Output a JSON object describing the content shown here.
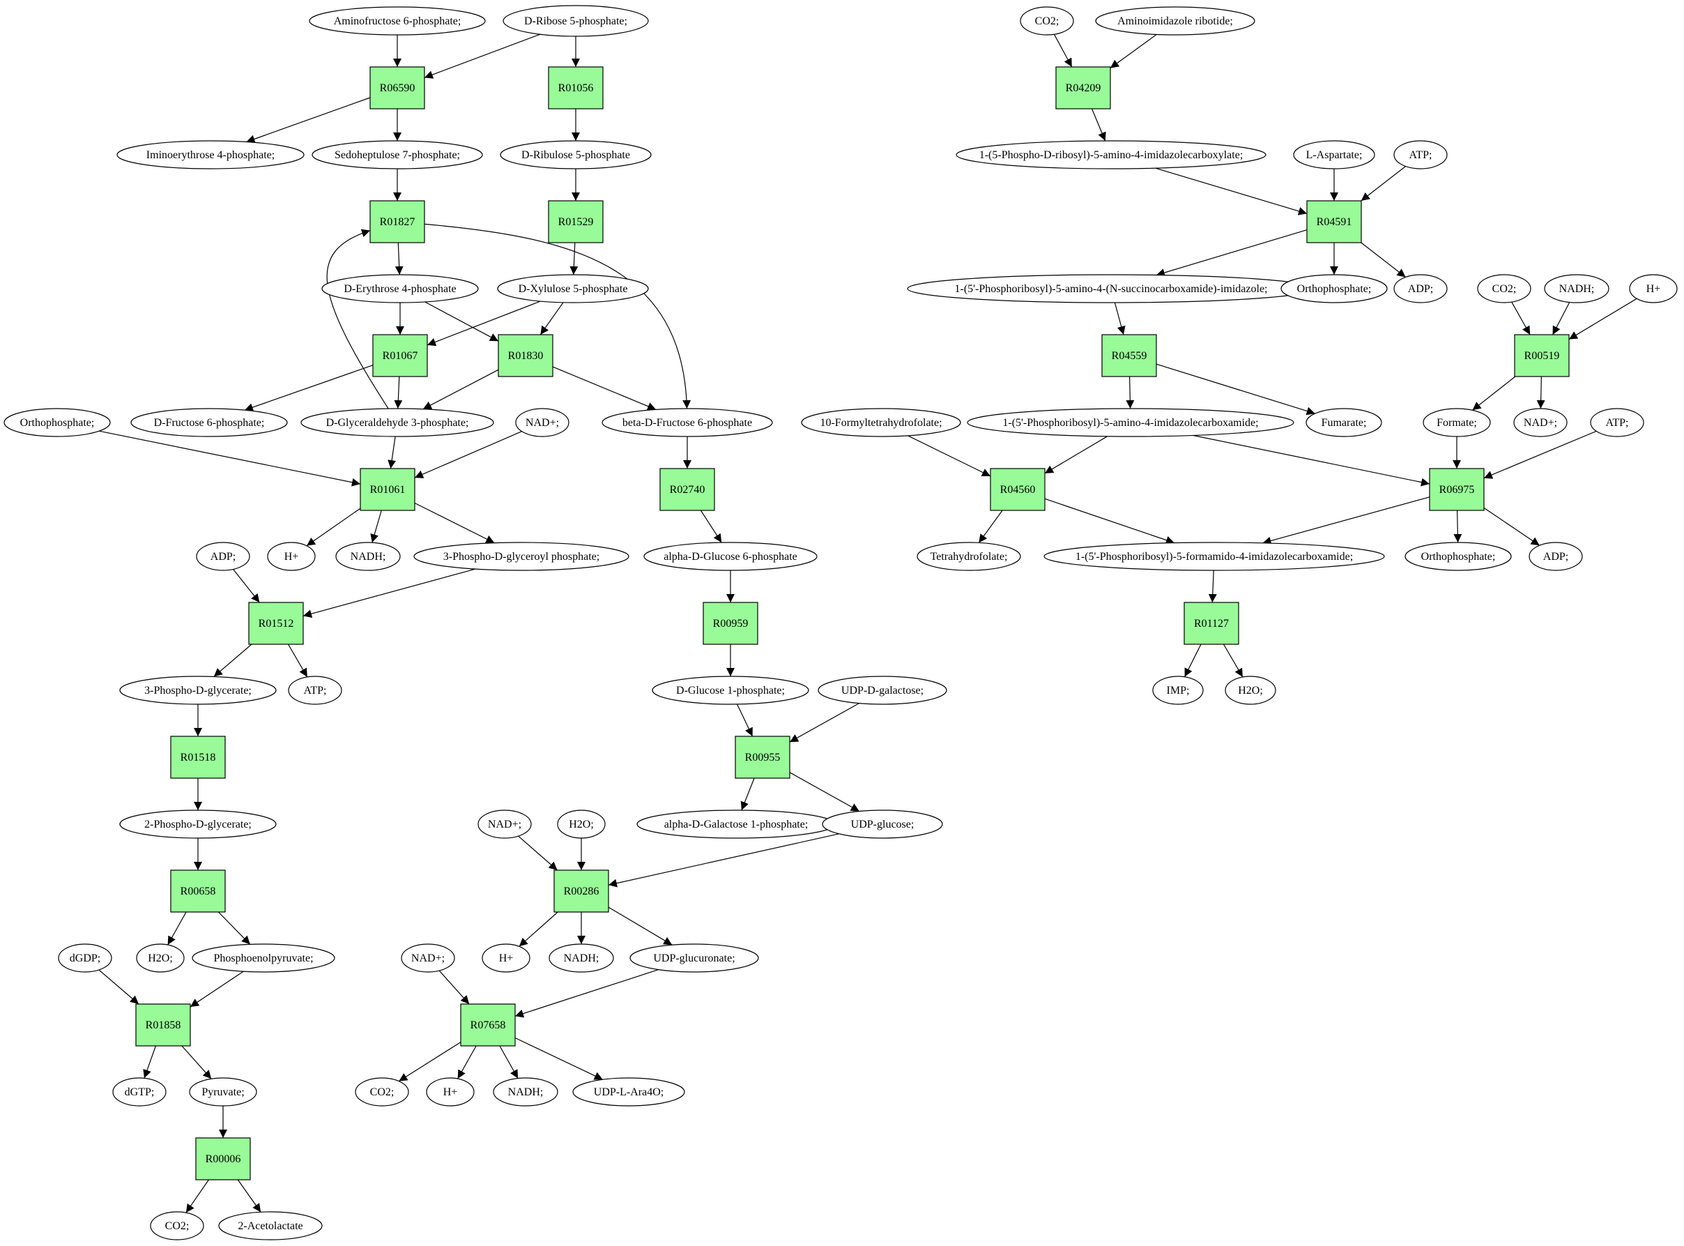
{
  "colors": {
    "reaction_fill": "#98fb98",
    "start_fill": "#00ff00",
    "target_fill": "#ffff00",
    "metabolite_fill": "#ffffff",
    "stroke": "#000000"
  },
  "metabolites": {
    "m_amf6p": "Aminofructose 6-phosphate;",
    "m_r5p": "D-Ribose 5-phosphate;",
    "m_iminoe4p": "Iminoerythrose 4-phosphate;",
    "m_s7p": "Sedoheptulose 7-phosphate;",
    "m_ru5p": "D-Ribulose 5-phosphate",
    "m_e4p": "D-Erythrose 4-phosphate",
    "m_xu5p": "D-Xylulose 5-phosphate",
    "m_pi_a": "Orthophosphate;",
    "m_f6p": "D-Fructose 6-phosphate;",
    "m_g3p": "D-Glyceraldehyde 3-phosphate;",
    "m_nad_a": "NAD+;",
    "m_bf6p": "beta-D-Fructose 6-phosphate",
    "m_adp_a": "ADP;",
    "m_h_a": "H+",
    "m_nadh_a": "NADH;",
    "m_13bpg": "3-Phospho-D-glyceroyl phosphate;",
    "m_ag6p": "alpha-D-Glucose 6-phosphate",
    "m_3pg": "3-Phospho-D-glycerate;",
    "m_atp_a": "ATP;",
    "m_g1p": "D-Glucose 1-phosphate;",
    "m_udpgal": "UDP-D-galactose;",
    "m_2pg": "2-Phospho-D-glycerate;",
    "m_gal1p": "alpha-D-Galactose 1-phosphate;",
    "m_udpglc": "UDP-glucose;",
    "m_nad_b": "NAD+;",
    "m_h2o_b": "H2O;",
    "m_dgdp": "dGDP;",
    "m_h2o_a": "H2O;",
    "m_pep": "Phosphoenolpyruvate;",
    "m_nad_c": "NAD+;",
    "m_h_b": "H+",
    "m_nadh_b": "NADH;",
    "m_udpglcur": "UDP-glucuronate;",
    "m_dgtp": "dGTP;",
    "m_pyr": "Pyruvate;",
    "m_co2_a": "CO2;",
    "m_h_c": "H+",
    "m_nadh_c": "NADH;",
    "m_udpara": "UDP-L-Ara4O;",
    "m_co2_b": "CO2;",
    "m_acetolactate": "2-Acetolactate",
    "m_co2_c": "CO2;",
    "m_air": "Aminoimidazole ribotide;",
    "m_caic": "1-(5-Phospho-D-ribosyl)-5-amino-4-imidazolecarboxylate;",
    "m_asp": "L-Aspartate;",
    "m_atp_b": "ATP;",
    "m_saicar": "1-(5'-Phosphoribosyl)-5-amino-4-(N-succinocarboxamide)-imidazole;",
    "m_pi_b": "Orthophosphate;",
    "m_adp_b": "ADP;",
    "m_co2_d": "CO2;",
    "m_nadh_d": "NADH;",
    "m_h_d": "H+",
    "m_10fthf": "10-Formyltetrahydrofolate;",
    "m_aicar": "1-(5'-Phosphoribosyl)-5-amino-4-imidazolecarboxamide;",
    "m_fum": "Fumarate;",
    "m_formate": "Formate;",
    "m_nad_d": "NAD+;",
    "m_atp_c": "ATP;",
    "m_thf": "Tetrahydrofolate;",
    "m_faicar": "1-(5'-Phosphoribosyl)-5-formamido-4-imidazolecarboxamide;",
    "m_pi_c": "Orthophosphate;",
    "m_adp_c": "ADP;",
    "m_imp": "IMP;",
    "m_h2o_c": "H2O;"
  },
  "reactions": {
    "R06590": "R06590",
    "R01056": "R01056",
    "R01827": "R01827",
    "R01529": "R01529",
    "R01067": "R01067",
    "R01830": "R01830",
    "R01061": "R01061",
    "R02740": "R02740",
    "R01512": "R01512",
    "R00959": "R00959",
    "R01518": "R01518",
    "R00955": "R00955",
    "R00658": "R00658",
    "R00286": "R00286",
    "R01858": "R01858",
    "R07658": "R07658",
    "R00006": "R00006",
    "R04209": "R04209",
    "R04591": "R04591",
    "R04559": "R04559",
    "R00519": "R00519",
    "R04560": "R04560",
    "R06975": "R06975",
    "R01127": "R01127"
  }
}
